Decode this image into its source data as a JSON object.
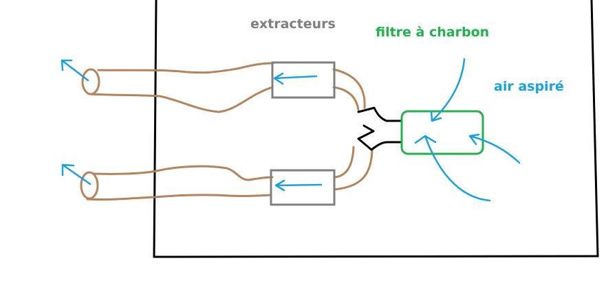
{
  "labels": {
    "extractors": "extracteurs",
    "filter": "filtre à charbon",
    "intake_air": "air aspiré"
  },
  "colors": {
    "enclosure": "#000000",
    "duct": "#b5835a",
    "extractor_box": "#7f7f7f",
    "filter_box": "#22b14c",
    "filter_label": "#22b14c",
    "airflow": "#1aa0e0",
    "extractors_label": "#7f7f7f",
    "connector": "#000000"
  }
}
